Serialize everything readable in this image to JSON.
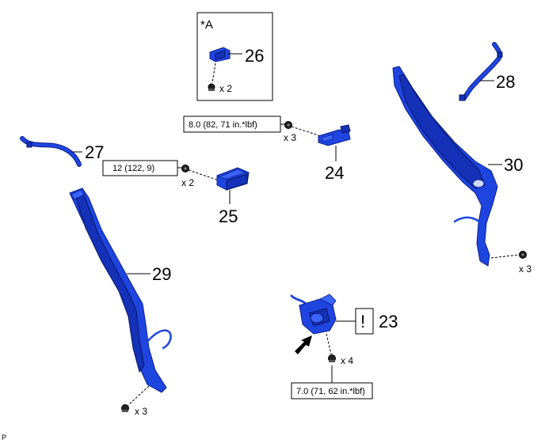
{
  "view_label": "*A",
  "callouts": {
    "c23": "23",
    "c24": "24",
    "c25": "25",
    "c26": "26",
    "c27": "27",
    "c28": "28",
    "c29": "29",
    "c30": "30"
  },
  "quantities": {
    "q26": "x 2",
    "q25": "x 2",
    "q24": "x 3",
    "q29": "x 3",
    "q30": "x 3",
    "q23": "x 4"
  },
  "torque_specs": {
    "t24": "8.0 (82, 71 in.*lbf)",
    "t25": "12 (122, 9)",
    "t23": "7.0 (71, 62 in.*lbf)"
  },
  "caution_mark": "!",
  "footer_code": "P"
}
